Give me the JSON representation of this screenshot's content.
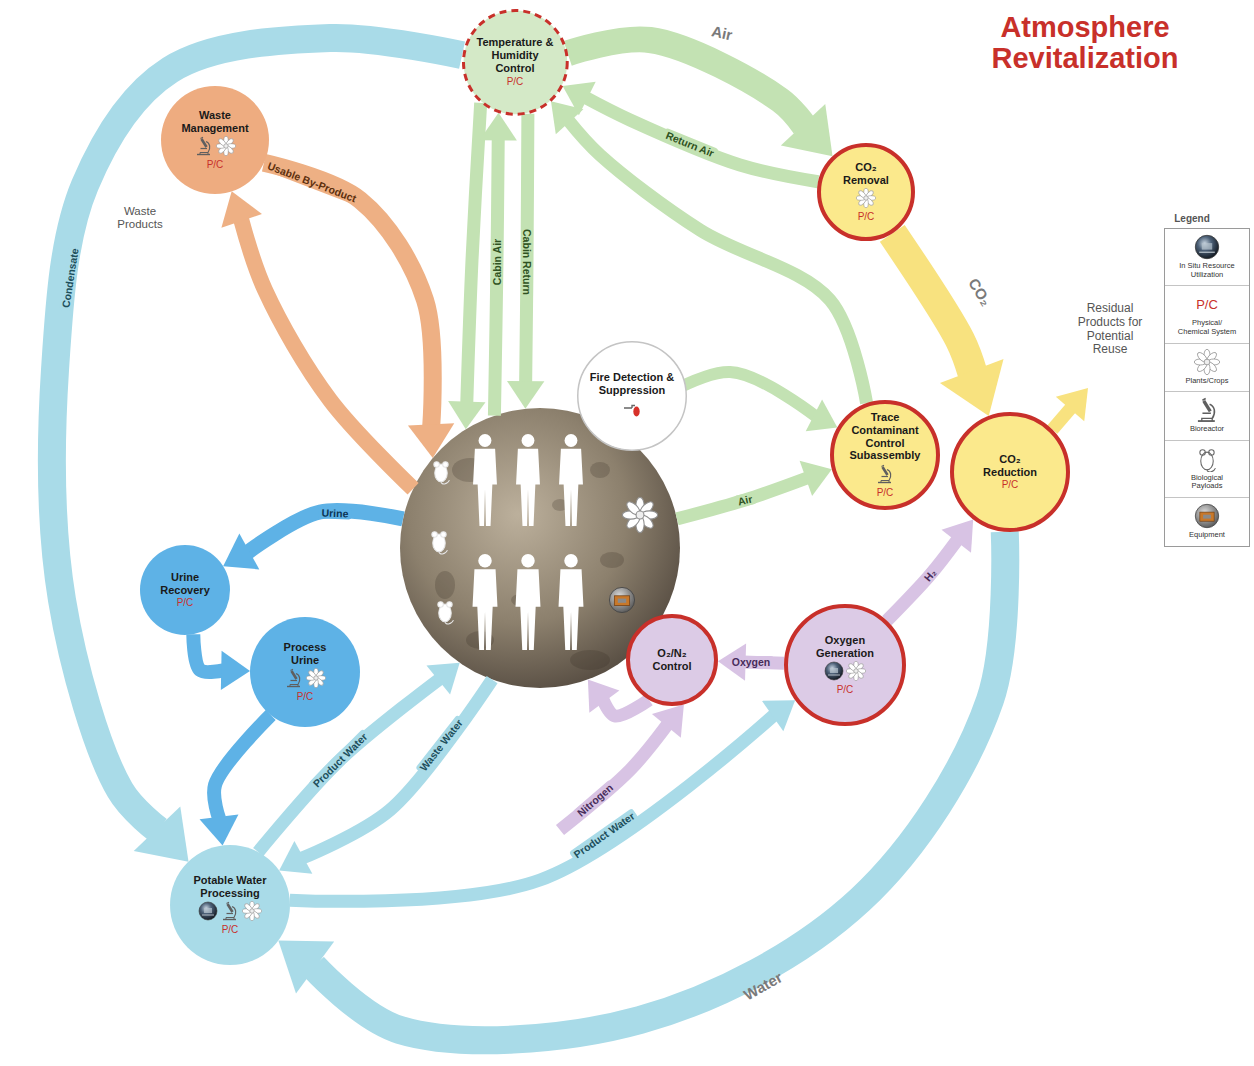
{
  "diagram": {
    "title": "Atmosphere Revitalization",
    "nodes": [
      {
        "text": [
          "Temperature & Humidity Control",
          "P/C"
        ]
      },
      {
        "text": [
          "CO₂ Removal",
          "P/C"
        ]
      },
      {
        "text": [
          "Waste Management",
          "P/C"
        ]
      },
      {
        "text": [
          "Fire Detection & Suppression"
        ]
      },
      {
        "text": [
          "Trace Contaminant Control Subassembly",
          "P/C"
        ]
      },
      {
        "text": [
          "CO₂ Reduction",
          "P/C"
        ]
      },
      {
        "text": [
          "Urine Recovery",
          "P/C"
        ]
      },
      {
        "text": [
          "Process Urine",
          "P/C"
        ]
      },
      {
        "text": [
          "O₂/N₂ Control"
        ]
      },
      {
        "text": [
          "Oxygen Generation",
          "P/C"
        ]
      },
      {
        "text": [
          "Potable Water Processing",
          "P/C"
        ]
      }
    ],
    "edges": [
      {
        "from": 0,
        "to": 1,
        "label": "Air",
        "arrow": "to"
      },
      {
        "from": 1,
        "to": 0,
        "label": "Return Air",
        "arrow": "to"
      },
      {
        "from": 4,
        "to": 0,
        "arrow": "to"
      },
      {
        "from": 1,
        "to": 5,
        "label": "CO₂",
        "arrow": "to"
      },
      {
        "from": 9,
        "to": 8,
        "label": "Oxygen",
        "arrow": "to"
      },
      {
        "from": 9,
        "to": 5,
        "label": "H₂",
        "arrow": "to"
      },
      {
        "from": 10,
        "to": 9,
        "label": "Product Water",
        "arrow": "to"
      },
      {
        "from": 5,
        "to": 10,
        "label": "Water",
        "arrow": "to"
      },
      {
        "from": 0,
        "to": 10,
        "label": "Condensate",
        "arrow": "to"
      },
      {
        "from": 6,
        "to": 7,
        "arrow": "to"
      },
      {
        "from": 7,
        "to": 10,
        "arrow": "to"
      }
    ],
    "labels": [
      "Waste Products",
      "Usable By-Product",
      "Cabin Air",
      "Cabin Return",
      "Air",
      "Urine",
      "Product Water",
      "Waste Water",
      "Nitrogen",
      "Residual Products for Potential Reuse",
      "Legend",
      "P/C"
    ],
    "legend": [
      {
        "text": "In Situ Resource Utilization"
      },
      {
        "text": "Physical/ Chemical System"
      },
      {
        "text": "Plants/Crops"
      },
      {
        "text": "Bioreactor"
      },
      {
        "text": "Biological Payloads"
      },
      {
        "text": "Equipment"
      }
    ]
  }
}
